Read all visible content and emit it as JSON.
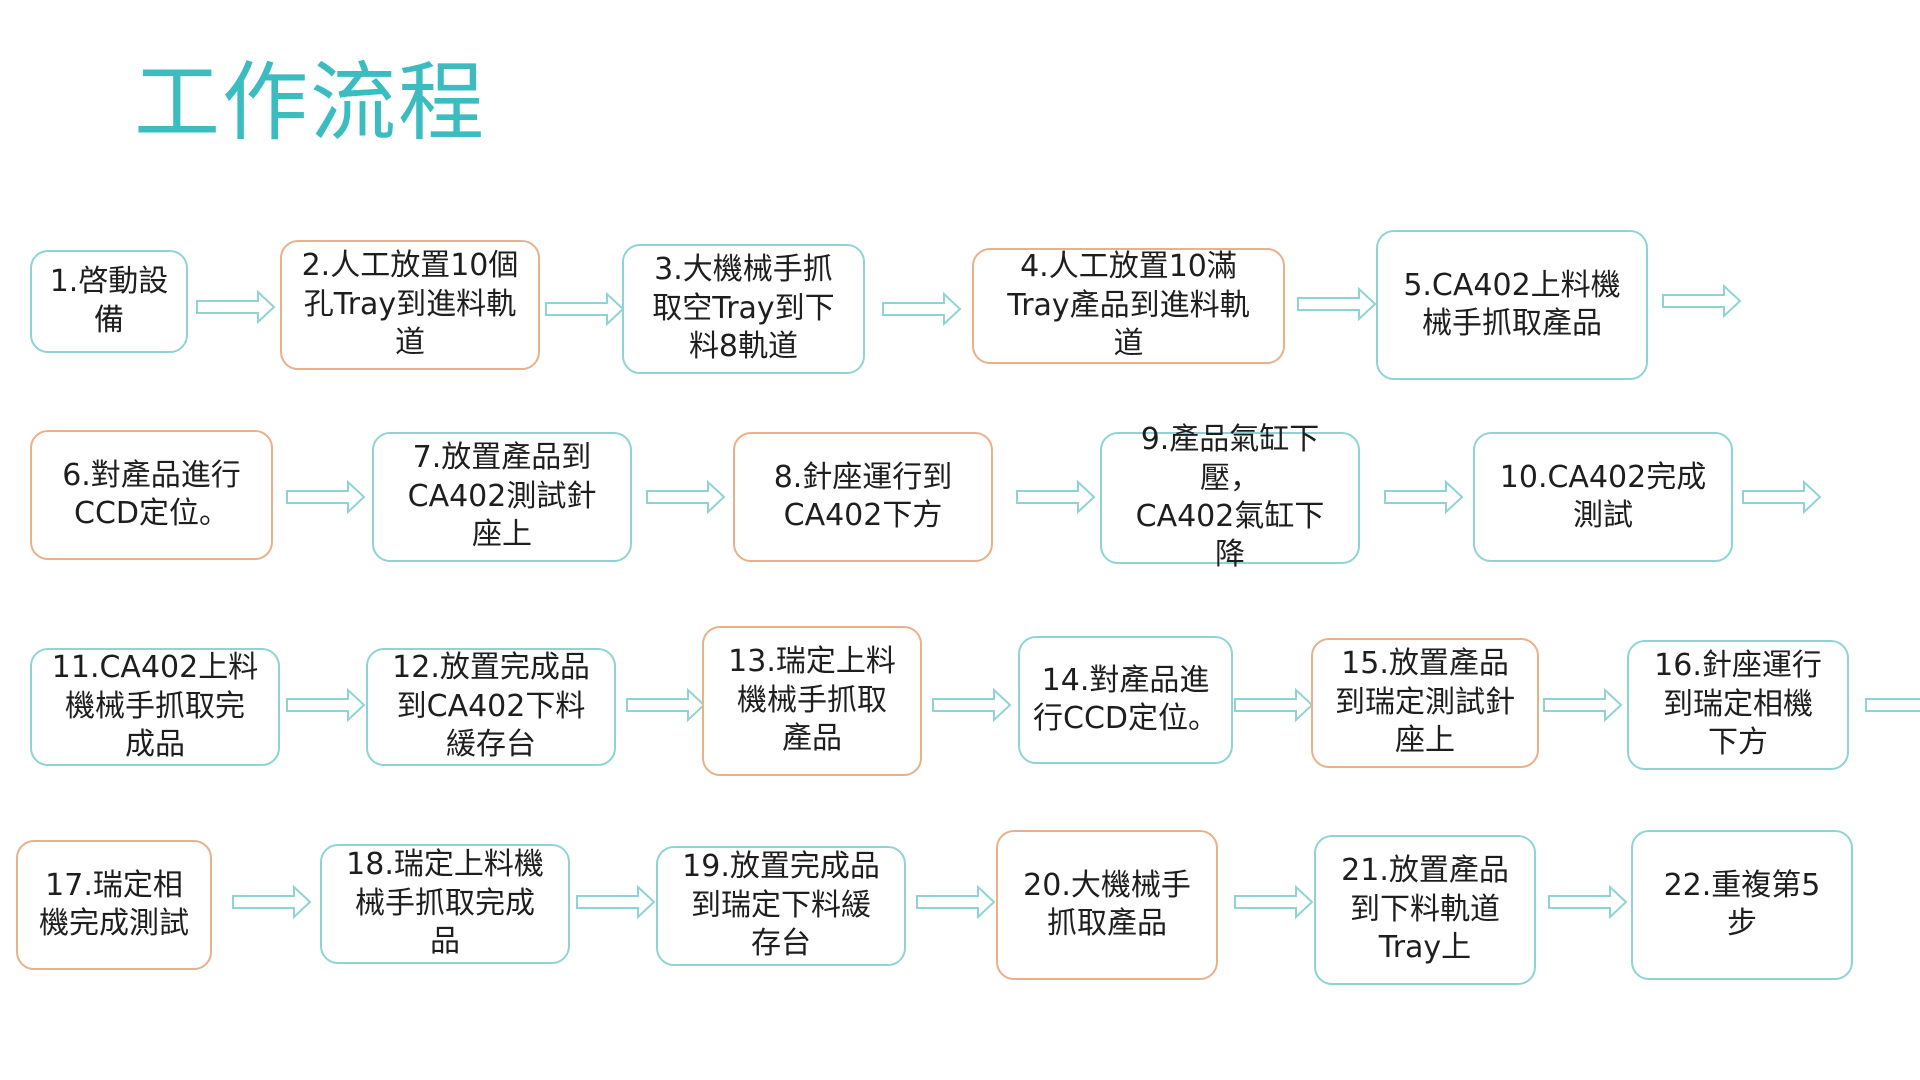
{
  "title": "工作流程",
  "colors": {
    "title": "#3bbcc0",
    "teal_border": "#8fd3d5",
    "orange_border": "#e9b08a"
  },
  "steps": [
    {
      "lines": [
        "1.啓動設",
        "備"
      ],
      "border": "teal"
    },
    {
      "lines": [
        "2.人工放置10個",
        "孔Tray到進料軌",
        "道"
      ],
      "border": "orange"
    },
    {
      "lines": [
        "3.大機械手抓",
        "取空Tray到下",
        "料8軌道"
      ],
      "border": "teal"
    },
    {
      "lines": [
        "4.人工放置10滿",
        "Tray產品到進料軌",
        "道"
      ],
      "border": "orange"
    },
    {
      "lines": [
        "5.CA402上料機",
        "械手抓取產品"
      ],
      "border": "teal"
    },
    {
      "lines": [
        "6.對產品進行",
        "CCD定位。"
      ],
      "border": "orange"
    },
    {
      "lines": [
        "7.放置產品到",
        "CA402測試針",
        "座上"
      ],
      "border": "teal"
    },
    {
      "lines": [
        "8.針座運行到",
        "CA402下方"
      ],
      "border": "orange"
    },
    {
      "lines": [
        "9.產品氣缸下壓，",
        "CA402氣缸下",
        "降"
      ],
      "border": "teal"
    },
    {
      "lines": [
        "10.CA402完成",
        "測試"
      ],
      "border": "teal"
    },
    {
      "lines": [
        "11.CA402上料",
        "機械手抓取完",
        "成品"
      ],
      "border": "teal"
    },
    {
      "lines": [
        "12.放置完成品",
        "到CA402下料",
        "緩存台"
      ],
      "border": "teal"
    },
    {
      "lines": [
        "13.瑞定上料",
        "機械手抓取",
        "產品"
      ],
      "border": "orange"
    },
    {
      "lines": [
        "14.對產品進",
        "行CCD定位。"
      ],
      "border": "teal"
    },
    {
      "lines": [
        "15.放置產品",
        "到瑞定測試針",
        "座上"
      ],
      "border": "orange"
    },
    {
      "lines": [
        "16.針座運行",
        "到瑞定相機",
        "下方"
      ],
      "border": "teal"
    },
    {
      "lines": [
        "17.瑞定相",
        "機完成測試"
      ],
      "border": "orange"
    },
    {
      "lines": [
        "18.瑞定上料機",
        "械手抓取完成",
        "品"
      ],
      "border": "teal"
    },
    {
      "lines": [
        "19.放置完成品",
        "到瑞定下料緩",
        "存台"
      ],
      "border": "teal"
    },
    {
      "lines": [
        "20.大機械手",
        "抓取產品"
      ],
      "border": "orange"
    },
    {
      "lines": [
        "21.放置產品",
        "到下料軌道",
        "Tray上"
      ],
      "border": "teal"
    },
    {
      "lines": [
        "22.重複第5",
        "步"
      ],
      "border": "teal"
    }
  ],
  "arrow_count": 20
}
